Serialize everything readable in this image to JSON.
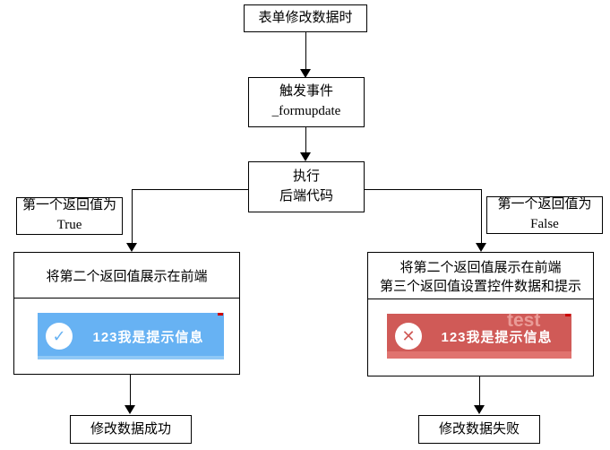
{
  "nodes": {
    "start": "表单修改数据时",
    "trigger": {
      "line1": "触发事件",
      "line2": "_formupdate"
    },
    "exec": {
      "line1": "执行",
      "line2": "后端代码"
    },
    "branch_true": {
      "line1": "第一个返回值为",
      "line2": "True"
    },
    "branch_false": {
      "line1": "第一个返回值为",
      "line2": "False"
    },
    "left_action": "将第二个返回值展示在前端",
    "right_action": {
      "line1": "将第二个返回值展示在前端",
      "line2": "第三个返回值设置控件数据和提示"
    },
    "success": "修改数据成功",
    "fail": "修改数据失败"
  },
  "toasts": {
    "success": {
      "glyph": "✓",
      "message": "123我是提示信息",
      "bg": "#67b2f3"
    },
    "error": {
      "glyph": "✕",
      "message": "123我是提示信息",
      "bg": "#d05a57",
      "watermark": "test"
    }
  },
  "colors": {
    "line": "#000000",
    "toast_success_bg": "#67b2f3",
    "toast_success_band": "#8fc8f6",
    "toast_error_bg": "#d05a57",
    "toast_error_band": "#e0736f",
    "toast_text": "#ffffff",
    "watermark_text": "#efa7a3"
  }
}
